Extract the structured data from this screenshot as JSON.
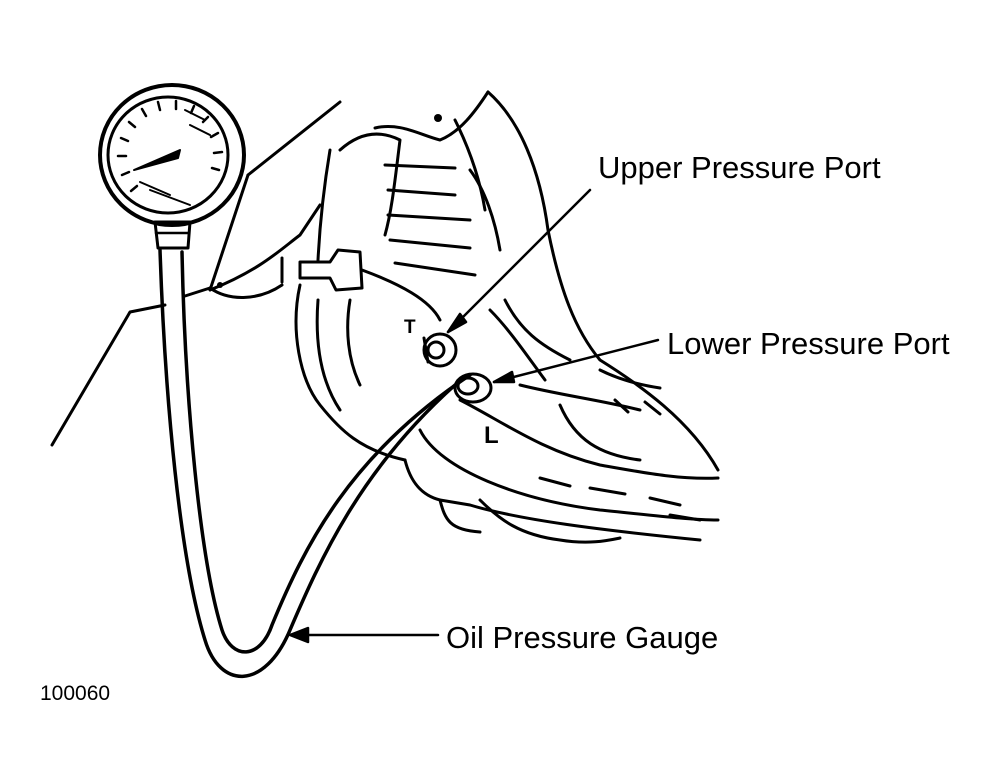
{
  "labels": {
    "upper_port": "Upper Pressure Port",
    "lower_port": "Lower Pressure Port",
    "gauge": "Oil Pressure Gauge",
    "figure_number": "100060",
    "port_t": "T",
    "port_l": "L"
  },
  "colors": {
    "ink": "#000000",
    "paper": "#ffffff"
  },
  "icons": {
    "gauge": "pressure-gauge-dial",
    "hose": "gauge-hose",
    "engine": "engine-block-illustration"
  }
}
